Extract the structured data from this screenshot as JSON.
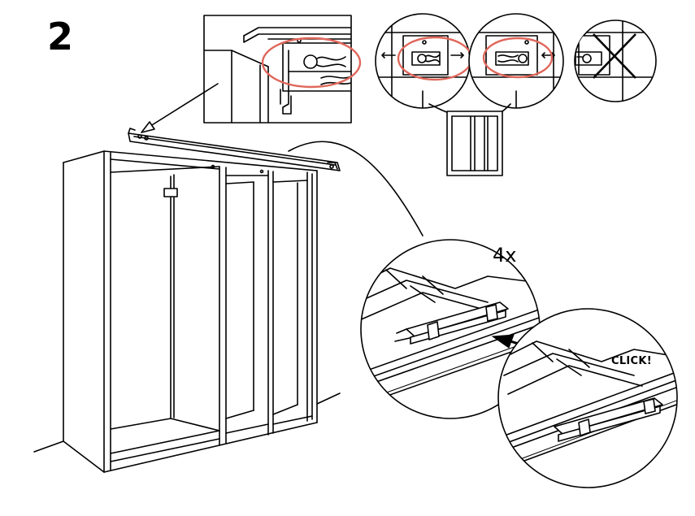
{
  "step": {
    "number": "2"
  },
  "detail": {
    "quantity": "4x",
    "click_text": "CLICK!"
  },
  "colors": {
    "line": "#000000",
    "highlight": "#e0675b",
    "background": "#ffffff"
  },
  "icons": [
    "cross-mark-icon",
    "insertion-arrow-icon",
    "adjust-arrows-icon"
  ]
}
